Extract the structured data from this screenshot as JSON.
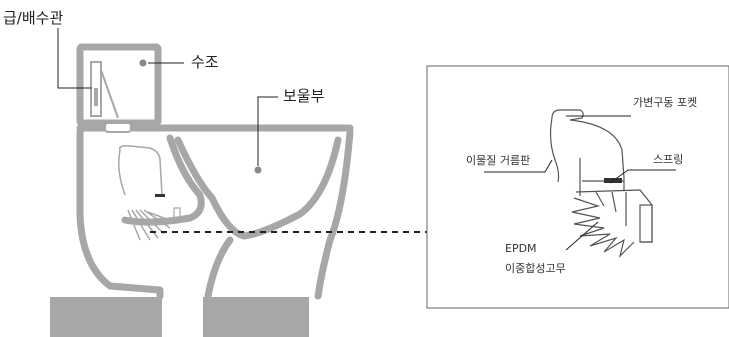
{
  "labels": {
    "supply_drain": "급/배수관",
    "tank": "수조",
    "bowl": "보울부",
    "variable_pocket": "가변구동 포켓",
    "debris_filter": "이물질 거름판",
    "spring": "스프링",
    "epdm": "EPDM",
    "epdm_rubber": "이중합성고무"
  },
  "colors": {
    "toilet_line": "#a7a7a8",
    "floor_block": "#a7a7a8",
    "detail_line": "#555555",
    "leader_line": "#222222",
    "accent_dark": "#333333"
  }
}
